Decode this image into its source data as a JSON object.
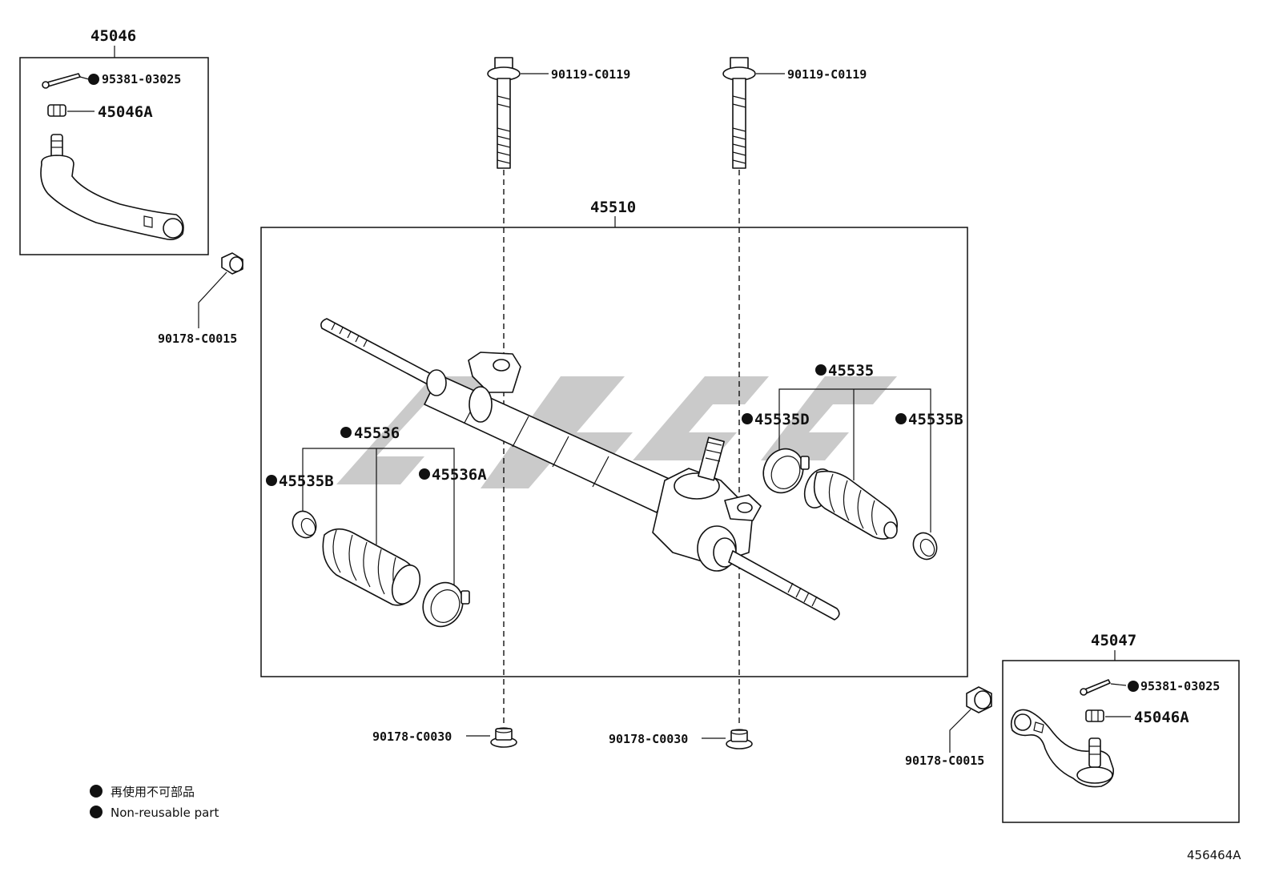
{
  "diagram": {
    "diagram_code": "456464A",
    "callouts": {
      "tie_rod_end_lh": "45046",
      "cotter_pin_lh": "95381-03025",
      "nut_lh": "45046A",
      "bushing_lh": "90178-C0015",
      "bolt_left": "90119-C0119",
      "bolt_right": "90119-C0119",
      "gear_assembly": "45510",
      "boot_kit_left": "45536",
      "clamp_left_outer": "45535B",
      "clamp_left_inner": "45536A",
      "boot_kit_right": "45535",
      "clamp_right_inner": "45535D",
      "clamp_right_outer": "45535B",
      "nut_left_bottom": "90178-C0030",
      "nut_right_bottom": "90178-C0030",
      "tie_rod_end_rh": "45047",
      "cotter_pin_rh": "95381-03025",
      "nut_rh": "45046A",
      "bushing_rh": "90178-C0015"
    },
    "legend": {
      "japanese": "再使用不可部品",
      "english": "Non-reusable part"
    }
  }
}
